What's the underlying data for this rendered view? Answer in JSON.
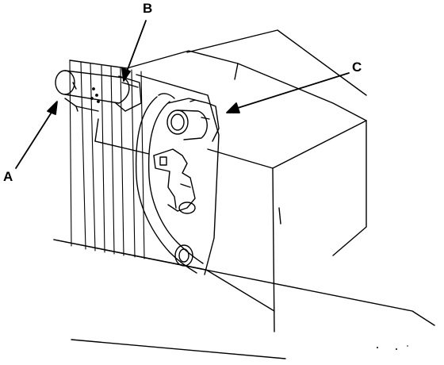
{
  "callouts": {
    "a": {
      "label": "A"
    },
    "b": {
      "label": "B"
    },
    "c": {
      "label": "C"
    }
  },
  "colors": {
    "ink": "#000000",
    "paper": "#ffffff"
  }
}
